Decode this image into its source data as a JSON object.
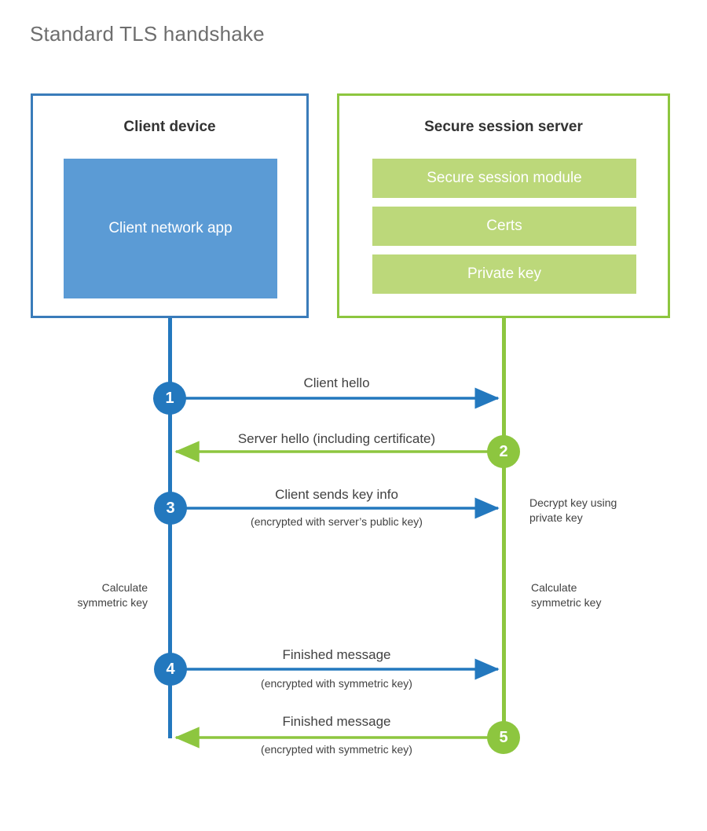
{
  "title": "Standard TLS handshake",
  "theme": {
    "client_border": "#3a7cba",
    "client_fill": "#5b9bd5",
    "client_line": "#2378be",
    "server_border": "#8dc63f",
    "server_fill": "#bcd87a",
    "server_line": "#8dc63f",
    "title_color": "#6e6e6e",
    "text_color": "#414141",
    "heading_color": "#333333",
    "background": "#ffffff"
  },
  "parties": {
    "client": {
      "title": "Client device",
      "blocks": [
        "Client network app"
      ]
    },
    "server": {
      "title": "Secure session server",
      "blocks": [
        "Secure session module",
        "Certs",
        "Private key"
      ]
    }
  },
  "steps": [
    {
      "number": "1",
      "label": "Client hello",
      "sublabel": "",
      "direction": "client-to-server",
      "side": "client"
    },
    {
      "number": "2",
      "label": "Server hello (including certificate)",
      "sublabel": "",
      "direction": "server-to-client",
      "side": "server"
    },
    {
      "number": "3",
      "label": "Client sends key info",
      "sublabel": "(encrypted with server’s public key)",
      "direction": "client-to-server",
      "side": "client"
    },
    {
      "number": "4",
      "label": "Finished message",
      "sublabel": "(encrypted with symmetric key)",
      "direction": "client-to-server",
      "side": "client"
    },
    {
      "number": "5",
      "label": "Finished message",
      "sublabel": "(encrypted with symmetric key)",
      "direction": "server-to-client",
      "side": "server"
    }
  ],
  "annotations": {
    "decrypt_note": "Decrypt key using\nprivate key",
    "client_calculate": "Calculate\nsymmetric key",
    "server_calculate": "Calculate\nsymmetric key"
  }
}
